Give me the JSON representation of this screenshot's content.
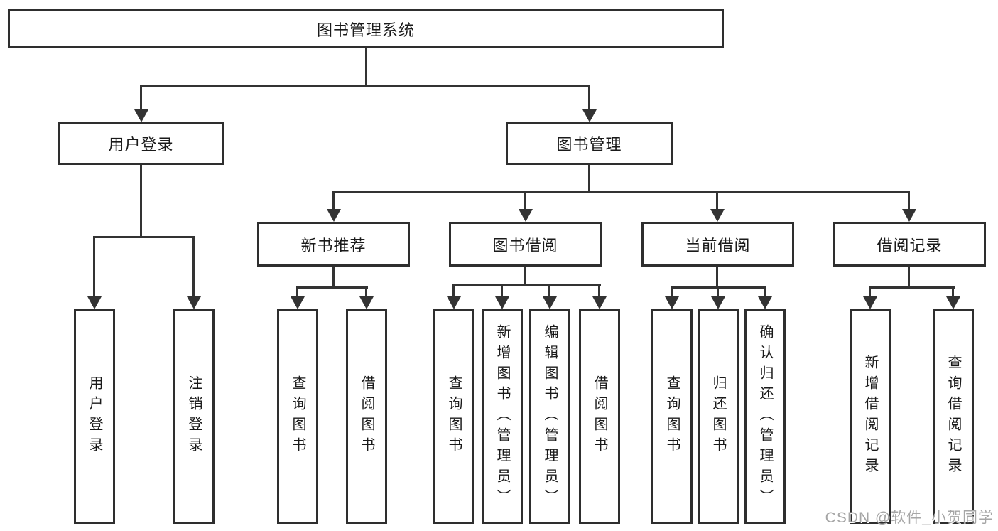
{
  "tree": {
    "root": {
      "label": "图书管理系统"
    },
    "level2": [
      {
        "label": "用户登录"
      },
      {
        "label": "图书管理"
      }
    ],
    "level3": [
      {
        "label": "新书推荐"
      },
      {
        "label": "图书借阅"
      },
      {
        "label": "当前借阅"
      },
      {
        "label": "借阅记录"
      }
    ],
    "leaves": {
      "user": [
        {
          "label": "用户登录"
        },
        {
          "label": "注销登录"
        }
      ],
      "recommend": [
        {
          "label": "查询图书"
        },
        {
          "label": "借阅图书"
        }
      ],
      "borrow": [
        {
          "label": "查询图书"
        },
        {
          "label": "新增图书（管理员）"
        },
        {
          "label": "编辑图书（管理员）"
        },
        {
          "label": "借阅图书"
        }
      ],
      "current": [
        {
          "label": "查询图书"
        },
        {
          "label": "归还图书"
        },
        {
          "label": "确认归还（管理员）"
        }
      ],
      "records": [
        {
          "label": "新增借阅记录"
        },
        {
          "label": "查询借阅记录"
        }
      ]
    }
  },
  "watermark": {
    "text": "CSDN @软件_小贺同学"
  },
  "colors": {
    "line": "#333333",
    "text": "#1a1a1a",
    "box_background": "#ffffff",
    "watermark": "#a6a6a6"
  }
}
